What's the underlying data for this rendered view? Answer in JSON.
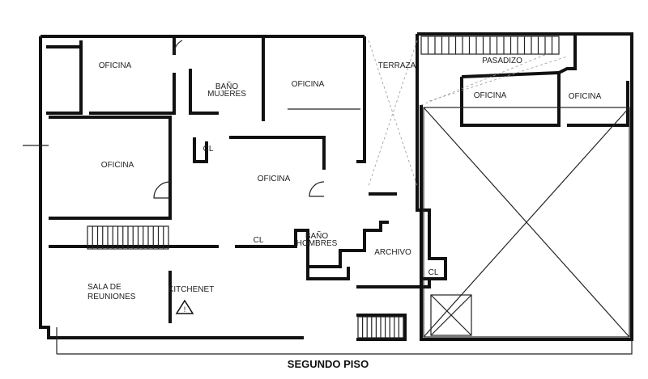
{
  "plan": {
    "title": "SEGUNDO PISO",
    "rooms": [
      {
        "id": "oficina-1",
        "label": "OFICINA"
      },
      {
        "id": "bano-mujeres",
        "label": "BAÑO\nMUJERES",
        "line1": "BAÑO",
        "line2": "MUJERES"
      },
      {
        "id": "oficina-2",
        "label": "OFICINA"
      },
      {
        "id": "terraza",
        "label": "TERRAZA"
      },
      {
        "id": "pasadizo",
        "label": "PASADIZO"
      },
      {
        "id": "oficina-3",
        "label": "OFICINA"
      },
      {
        "id": "oficina-4",
        "label": "OFICINA"
      },
      {
        "id": "oficina-5",
        "label": "OFICINA"
      },
      {
        "id": "cl-1",
        "label": "CL"
      },
      {
        "id": "oficina-6",
        "label": "OFICINA"
      },
      {
        "id": "cl-2",
        "label": "CL"
      },
      {
        "id": "bano-hombres",
        "line1": "BAÑO",
        "line2": "HOMBRES"
      },
      {
        "id": "archivo",
        "label": "ARCHIVO"
      },
      {
        "id": "cl-3",
        "label": "CL"
      },
      {
        "id": "sala-reuniones",
        "line1": "SALA DE",
        "line2": "REUNIONES"
      },
      {
        "id": "kitchenet",
        "label": "KITCHENET"
      }
    ]
  }
}
